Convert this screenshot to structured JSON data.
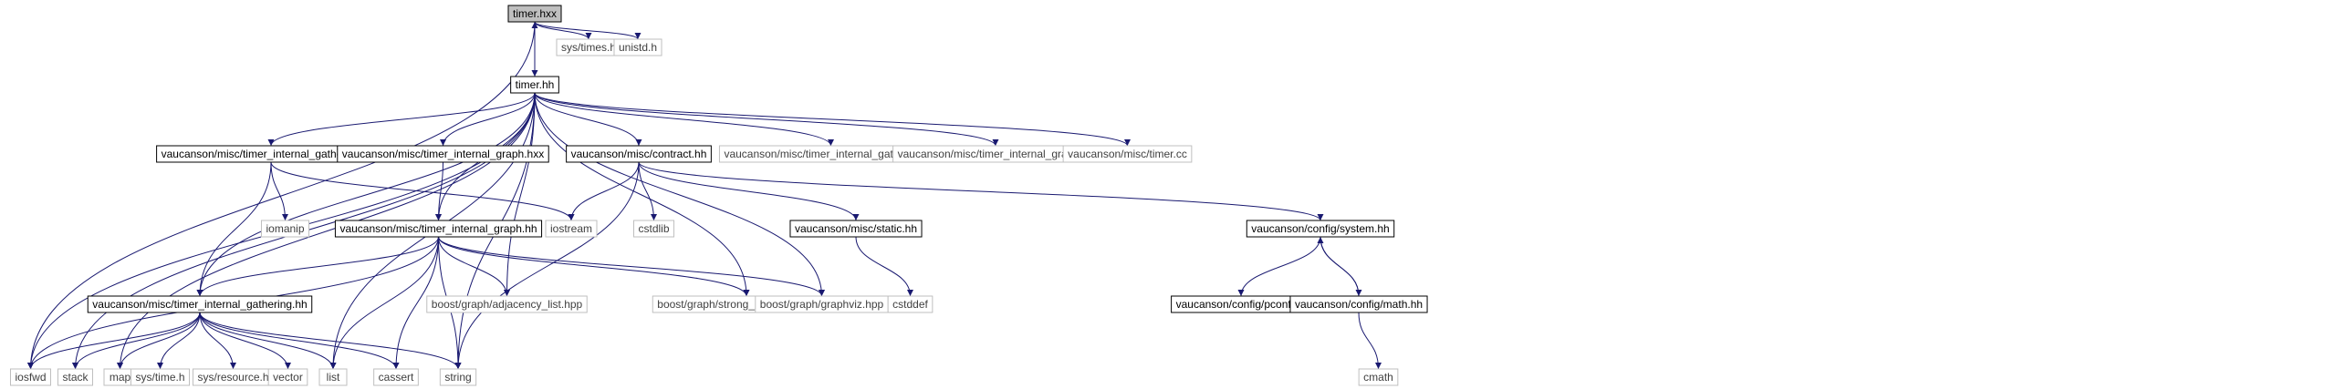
{
  "graph": {
    "nodes": [
      {
        "id": "timer_hxx",
        "label": "timer.hxx",
        "kind": "root"
      },
      {
        "id": "sys_times_h",
        "label": "sys/times.h",
        "kind": "external"
      },
      {
        "id": "unistd_h",
        "label": "unistd.h",
        "kind": "external"
      },
      {
        "id": "timer_hh",
        "label": "timer.hh",
        "kind": "local"
      },
      {
        "id": "tig_hxx",
        "label": "vaucanson/misc/timer_internal_gathering.hxx",
        "kind": "local"
      },
      {
        "id": "tigr_hxx",
        "label": "vaucanson/misc/timer_internal_graph.hxx",
        "kind": "local"
      },
      {
        "id": "contract_hh",
        "label": "vaucanson/misc/contract.hh",
        "kind": "local"
      },
      {
        "id": "tig_cc",
        "label": "vaucanson/misc/timer_internal_gathering.cc",
        "kind": "external"
      },
      {
        "id": "tigr_cc",
        "label": "vaucanson/misc/timer_internal_graph.cc",
        "kind": "external"
      },
      {
        "id": "timer_cc",
        "label": "vaucanson/misc/timer.cc",
        "kind": "external"
      },
      {
        "id": "iomanip",
        "label": "iomanip",
        "kind": "external"
      },
      {
        "id": "iostream",
        "label": "iostream",
        "kind": "external"
      },
      {
        "id": "cstdlib",
        "label": "cstdlib",
        "kind": "external"
      },
      {
        "id": "static_hh",
        "label": "vaucanson/misc/static.hh",
        "kind": "local"
      },
      {
        "id": "system_hh",
        "label": "vaucanson/config/system.hh",
        "kind": "local"
      },
      {
        "id": "tigr_hh",
        "label": "vaucanson/misc/timer_internal_graph.hh",
        "kind": "local"
      },
      {
        "id": "adjacency",
        "label": "boost/graph/adjacency_list.hpp",
        "kind": "external"
      },
      {
        "id": "strong",
        "label": "boost/graph/strong_components.hpp",
        "kind": "external"
      },
      {
        "id": "graphviz",
        "label": "boost/graph/graphviz.hpp",
        "kind": "external"
      },
      {
        "id": "cstddef",
        "label": "cstddef",
        "kind": "external"
      },
      {
        "id": "pconf_hh",
        "label": "vaucanson/config/pconf.hh",
        "kind": "local"
      },
      {
        "id": "math_hh",
        "label": "vaucanson/config/math.hh",
        "kind": "local"
      },
      {
        "id": "tig_hh",
        "label": "vaucanson/misc/timer_internal_gathering.hh",
        "kind": "local"
      },
      {
        "id": "iosfwd",
        "label": "iosfwd",
        "kind": "external"
      },
      {
        "id": "stack",
        "label": "stack",
        "kind": "external"
      },
      {
        "id": "map",
        "label": "map",
        "kind": "external"
      },
      {
        "id": "sys_time_h",
        "label": "sys/time.h",
        "kind": "external"
      },
      {
        "id": "sys_resource_h",
        "label": "sys/resource.h",
        "kind": "external"
      },
      {
        "id": "vector",
        "label": "vector",
        "kind": "external"
      },
      {
        "id": "list",
        "label": "list",
        "kind": "external"
      },
      {
        "id": "cassert",
        "label": "cassert",
        "kind": "external"
      },
      {
        "id": "string",
        "label": "string",
        "kind": "external"
      },
      {
        "id": "cmath",
        "label": "cmath",
        "kind": "external"
      }
    ],
    "edges": [
      [
        "timer_hxx",
        "timer_hh"
      ],
      [
        "timer_hxx",
        "sys_times_h"
      ],
      [
        "timer_hxx",
        "unistd_h"
      ],
      [
        "timer_hxx",
        "iosfwd"
      ],
      [
        "timer_hh",
        "timer_hxx"
      ],
      [
        "timer_hh",
        "tig_hxx"
      ],
      [
        "timer_hh",
        "tigr_hxx"
      ],
      [
        "timer_hh",
        "contract_hh"
      ],
      [
        "timer_hh",
        "tig_cc"
      ],
      [
        "timer_hh",
        "tigr_cc"
      ],
      [
        "timer_hh",
        "timer_cc"
      ],
      [
        "timer_hh",
        "iosfwd"
      ],
      [
        "timer_hh",
        "stack"
      ],
      [
        "timer_hh",
        "map"
      ],
      [
        "timer_hh",
        "list"
      ],
      [
        "timer_hh",
        "tig_hh"
      ],
      [
        "timer_hh",
        "tigr_hh"
      ],
      [
        "timer_hh",
        "adjacency"
      ],
      [
        "timer_hh",
        "strong"
      ],
      [
        "timer_hh",
        "graphviz"
      ],
      [
        "timer_hh",
        "string"
      ],
      [
        "tig_hxx",
        "iomanip"
      ],
      [
        "tig_hxx",
        "iostream"
      ],
      [
        "tig_hxx",
        "tig_hh"
      ],
      [
        "tigr_hxx",
        "tigr_hh"
      ],
      [
        "contract_hh",
        "iostream"
      ],
      [
        "contract_hh",
        "cstdlib"
      ],
      [
        "contract_hh",
        "static_hh"
      ],
      [
        "contract_hh",
        "system_hh"
      ],
      [
        "contract_hh",
        "string"
      ],
      [
        "static_hh",
        "cstddef"
      ],
      [
        "system_hh",
        "pconf_hh"
      ],
      [
        "system_hh",
        "math_hh"
      ],
      [
        "math_hh",
        "system_hh"
      ],
      [
        "math_hh",
        "cmath"
      ],
      [
        "tigr_hh",
        "tig_hh"
      ],
      [
        "tigr_hh",
        "iosfwd"
      ],
      [
        "tigr_hh",
        "adjacency"
      ],
      [
        "tigr_hh",
        "strong"
      ],
      [
        "tigr_hh",
        "graphviz"
      ],
      [
        "tigr_hh",
        "list"
      ],
      [
        "tigr_hh",
        "cassert"
      ],
      [
        "tigr_hh",
        "string"
      ],
      [
        "tig_hh",
        "iosfwd"
      ],
      [
        "tig_hh",
        "stack"
      ],
      [
        "tig_hh",
        "map"
      ],
      [
        "tig_hh",
        "sys_time_h"
      ],
      [
        "tig_hh",
        "sys_resource_h"
      ],
      [
        "tig_hh",
        "vector"
      ],
      [
        "tig_hh",
        "list"
      ],
      [
        "tig_hh",
        "cassert"
      ],
      [
        "tig_hh",
        "string"
      ]
    ]
  }
}
